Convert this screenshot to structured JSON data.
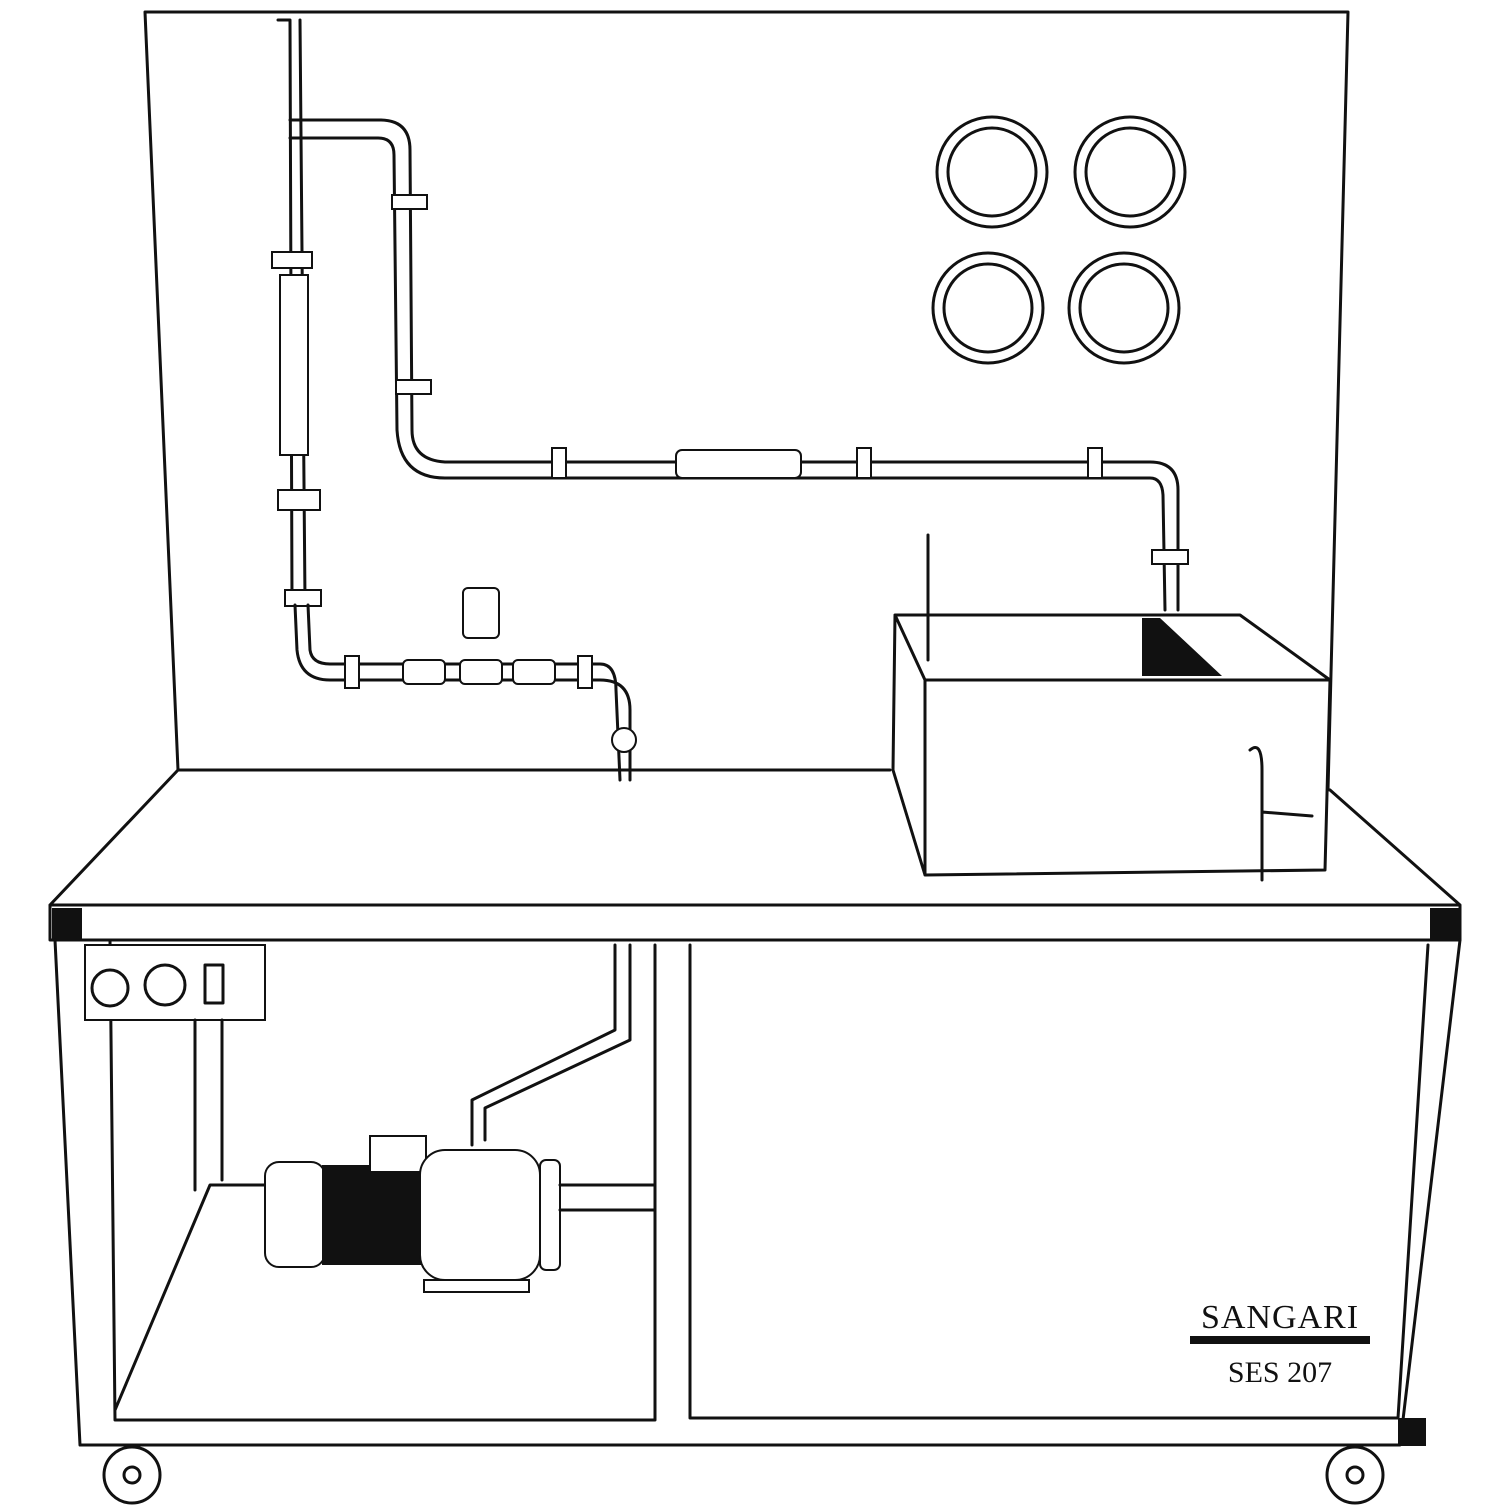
{
  "logo": {
    "brand": "SANGARI",
    "model": "SES 207"
  },
  "colors": {
    "line": "#111111",
    "background": "#ffffff"
  },
  "components": {
    "gauges": 4,
    "icons": [
      "pressure-gauge-icon",
      "pump-motor-icon",
      "water-tank-icon",
      "caster-wheel-icon",
      "control-panel-icon"
    ]
  }
}
